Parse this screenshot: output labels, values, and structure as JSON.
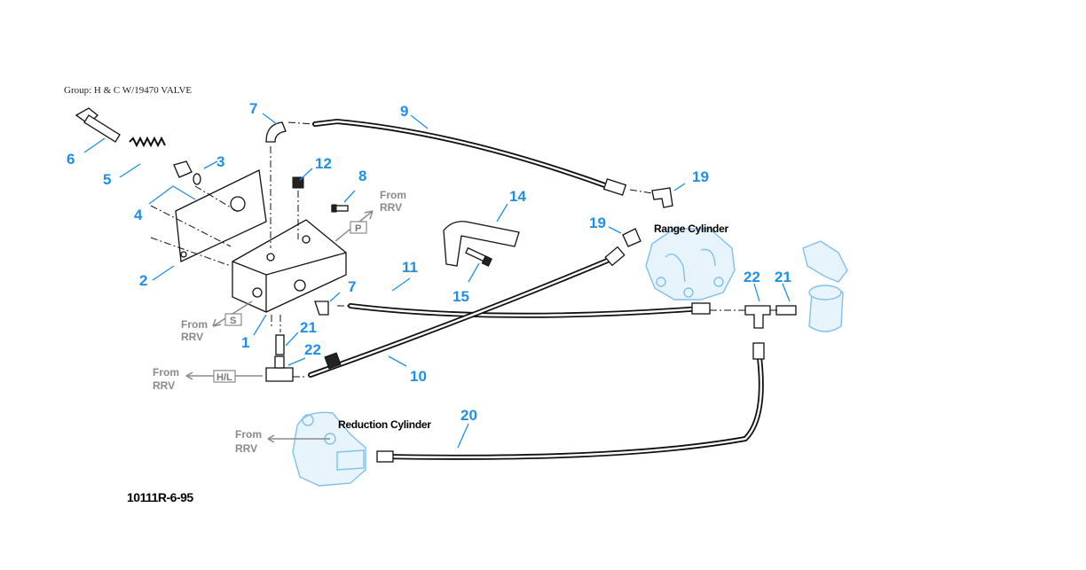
{
  "header": {
    "group_title": "Group: H & C W/19470 VALVE"
  },
  "footer": {
    "drawing_id": "10111R-6-95"
  },
  "callouts": [
    "1",
    "2",
    "3",
    "4",
    "5",
    "6",
    "7",
    "7",
    "8",
    "9",
    "10",
    "11",
    "12",
    "14",
    "15",
    "19",
    "19",
    "20",
    "21",
    "21",
    "22",
    "22"
  ],
  "cylinders": {
    "range": "Range Cylinder",
    "reduction": "Reduction Cylinder"
  },
  "sources": {
    "from": "From",
    "rrv": "RRV",
    "port_p": "P",
    "port_s": "S",
    "port_hl": "H/L"
  },
  "colors": {
    "callout": "#1f8fe6",
    "ghost": "#7fc1ee",
    "source": "#8a8a8a"
  }
}
